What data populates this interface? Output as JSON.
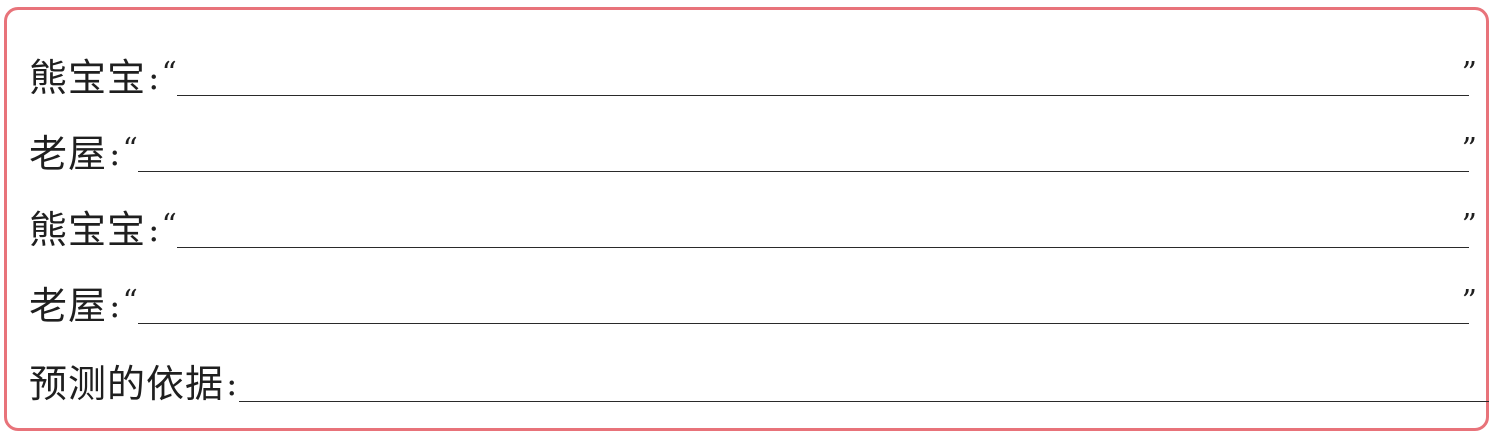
{
  "rows": [
    {
      "speaker": "熊宝宝",
      "colon": ":",
      "open_quote": "“",
      "close_quote": "”"
    },
    {
      "speaker": "老屋",
      "colon": ":",
      "open_quote": "“",
      "close_quote": "”"
    },
    {
      "speaker": "熊宝宝",
      "colon": ":",
      "open_quote": "“",
      "close_quote": "”"
    },
    {
      "speaker": "老屋",
      "colon": ":",
      "open_quote": "“",
      "close_quote": "”"
    }
  ],
  "basis": {
    "label": "预测的依据",
    "colon": ":"
  },
  "colors": {
    "border": "#e8737a",
    "text": "#1f1f1f",
    "line": "#2a2a2a"
  }
}
